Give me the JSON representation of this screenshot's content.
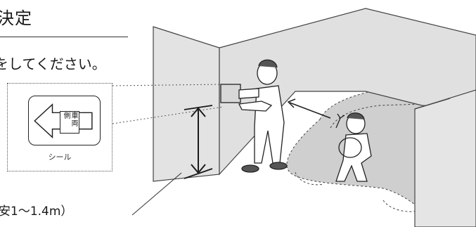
{
  "heading": "決定",
  "instruction": "をしてください。",
  "sticker": {
    "label": "車両側",
    "caption": "シール"
  },
  "height_note": "安1〜1.4m）"
}
